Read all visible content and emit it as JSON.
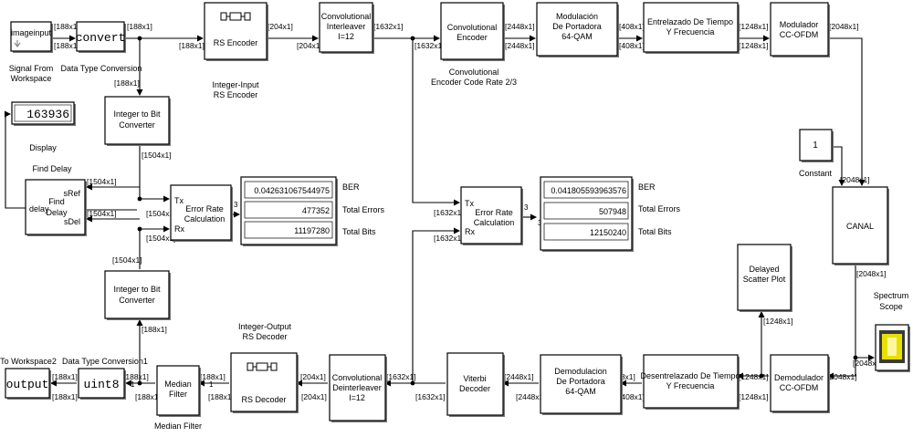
{
  "blocks": {
    "imageinput": {
      "text": "imageinput",
      "label": [
        "Signal From",
        "Workspace"
      ]
    },
    "convert": {
      "text": "convert",
      "label": "Data Type Conversion"
    },
    "rs_encoder": {
      "text": "RS Encoder",
      "label": [
        "Integer-Input",
        "RS Encoder"
      ]
    },
    "conv_interleaver": {
      "lines": [
        "Convolutional",
        "Interleaver",
        "I=12"
      ]
    },
    "conv_encoder": {
      "lines": [
        "Convolutional",
        "Encoder"
      ],
      "label": [
        "Convolutional",
        "Encoder Code Rate 2/3"
      ]
    },
    "mod_64qam": {
      "lines": [
        "Modulación",
        "De Portadora",
        "64-QAM"
      ]
    },
    "entrelazado": {
      "lines": [
        "Entrelazado De Tiempo",
        "Y Frecuencia"
      ]
    },
    "modulador": {
      "lines": [
        "Modulador",
        "CC-OFDM"
      ]
    },
    "display": {
      "value": "163936",
      "label": "Display"
    },
    "int2bit_top": {
      "lines": [
        "Integer to Bit",
        "Converter"
      ]
    },
    "find_delay": {
      "lines": [
        "Find",
        "Delay"
      ],
      "label": "Find Delay",
      "port_in": "delay",
      "port_sref": "sRef",
      "port_sdel": "sDel"
    },
    "err_rate_left": {
      "lines": [
        "Error Rate",
        "Calculation"
      ],
      "tx": "Tx",
      "rx": "Rx",
      "port_out": "3"
    },
    "err_display_left": {
      "values": [
        "0.042631067544975",
        "477352",
        "11197280"
      ],
      "labels": [
        "BER",
        "Total Errors",
        "Total Bits"
      ]
    },
    "err_rate_right": {
      "lines": [
        "Error Rate",
        "Calculation"
      ],
      "tx": "Tx",
      "rx": "Rx",
      "port_out": "3"
    },
    "err_display_right": {
      "values": [
        "0.041805593963576",
        "507948",
        "12150240"
      ],
      "labels": [
        "BER",
        "Total Errors",
        "Total Bits"
      ]
    },
    "constant": {
      "value": "1",
      "label": "Constant"
    },
    "canal": {
      "text": "CANAL"
    },
    "delayed_scatter": {
      "lines": [
        "Delayed",
        "Scatter Plot"
      ]
    },
    "spectrum": {
      "label": [
        "Spectrum",
        "Scope"
      ]
    },
    "int2bit_bottom": {
      "lines": [
        "Integer to Bit",
        "Converter"
      ]
    },
    "output": {
      "text": "output",
      "label": "To Workspace2"
    },
    "uint8": {
      "text": "uint8",
      "label": "Data Type Conversion1"
    },
    "median": {
      "lines": [
        "Median",
        "Filter"
      ],
      "label": "Median Filter"
    },
    "rs_decoder": {
      "text": "RS Decoder",
      "label": [
        "Integer-Output",
        "RS Decoder"
      ]
    },
    "conv_deinterleaver": {
      "lines": [
        "Convolutional",
        "Deinterleaver",
        "I=12"
      ]
    },
    "viterbi": {
      "lines": [
        "Viterbi",
        "Decoder"
      ]
    },
    "demod_64qam": {
      "lines": [
        "Demodulacion",
        "De Portadora",
        "64-QAM"
      ]
    },
    "desentrelazado": {
      "lines": [
        "Desentrelazado De Tiempo",
        "Y Frecuencia"
      ]
    },
    "demodulador": {
      "lines": [
        "Demodulador",
        "CC-OFDM"
      ]
    }
  },
  "signals": {
    "s188": "[188x1]",
    "s204": "[204x1]",
    "s1632": "[1632x1]",
    "s2448": "[2448x1]",
    "s408": "[408x1]",
    "s1248": "[1248x1]",
    "s2048": "[2048x1]",
    "s1504": "[1504x1]"
  },
  "port_in": "1"
}
